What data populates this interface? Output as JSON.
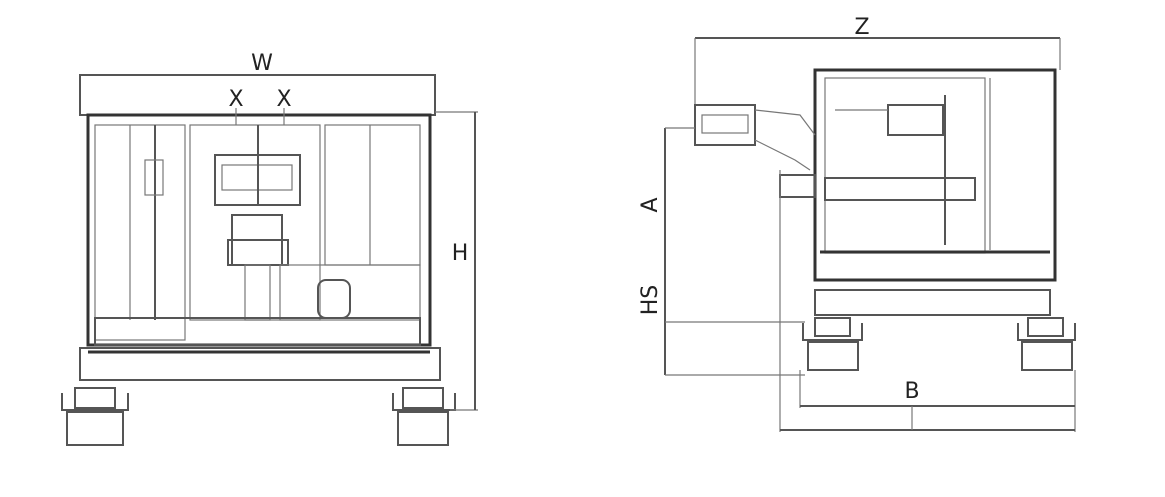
{
  "front_view": {
    "labels": {
      "width": "W",
      "x1": "X",
      "x2": "X",
      "height": "H"
    }
  },
  "side_view": {
    "labels": {
      "depth": "Z",
      "a": "A",
      "h5": "HS",
      "b": "B"
    }
  }
}
